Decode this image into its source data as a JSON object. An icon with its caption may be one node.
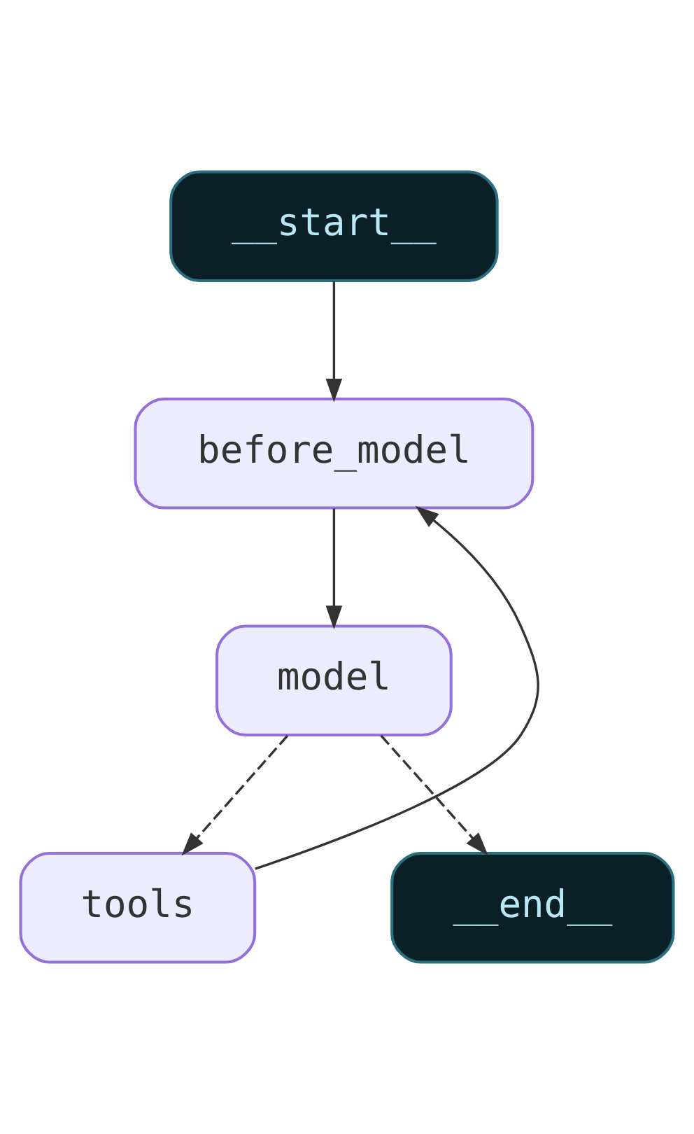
{
  "diagram": {
    "nodes": [
      {
        "text": [
          "__start__"
        ]
      },
      {
        "text": [
          "before_model"
        ]
      },
      {
        "text": [
          "model"
        ]
      },
      {
        "text": [
          "tools"
        ]
      },
      {
        "text": [
          "__end__"
        ]
      }
    ],
    "edges": [
      {
        "from": 0,
        "to": 1,
        "arrow": "to"
      },
      {
        "from": 1,
        "to": 2,
        "arrow": "to"
      },
      {
        "from": 2,
        "to": 3,
        "arrow": "to",
        "style": "dashed"
      },
      {
        "from": 2,
        "to": 4,
        "arrow": "to",
        "style": "dashed"
      },
      {
        "from": 3,
        "to": 1,
        "arrow": "to"
      }
    ]
  }
}
